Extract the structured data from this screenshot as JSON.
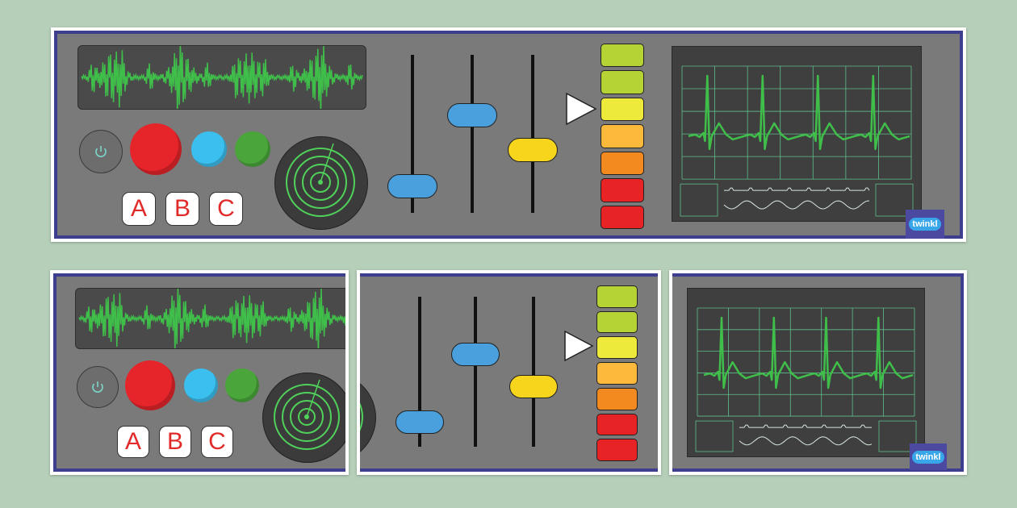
{
  "keys": [
    "A",
    "B",
    "C"
  ],
  "logo": "twinkl",
  "level_colors": [
    "#b5d334",
    "#b5d334",
    "#eeea3c",
    "#fcb93b",
    "#f38a1f",
    "#e82326",
    "#e82326"
  ],
  "screen_grid_color": "#5fbf8b",
  "wave_color": "#3fbf4a",
  "panels": [
    "full-banner",
    "left-section",
    "middle-section",
    "right-section"
  ]
}
